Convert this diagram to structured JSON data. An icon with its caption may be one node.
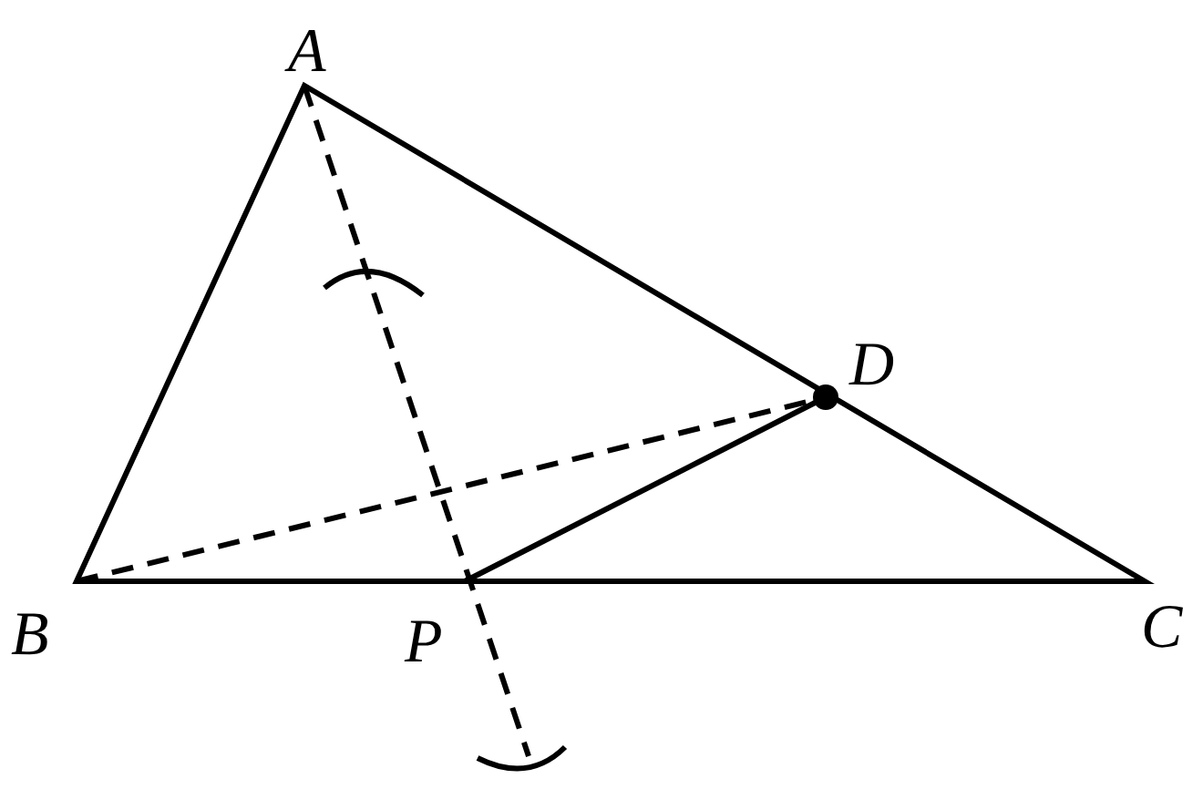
{
  "diagram": {
    "labels": [
      "A",
      "D",
      "B",
      "P",
      "C"
    ]
  }
}
